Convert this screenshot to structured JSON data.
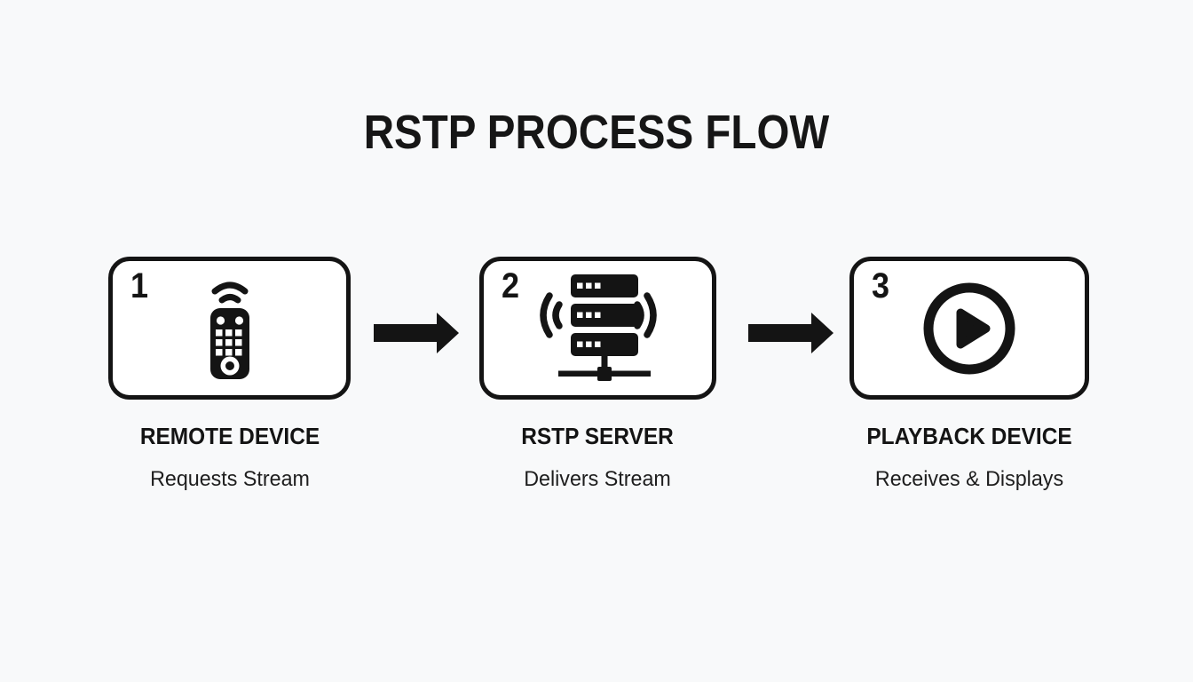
{
  "title": "RSTP PROCESS FLOW",
  "colors": {
    "background": "#f8f9fa",
    "card_background": "#ffffff",
    "ink": "#141414"
  },
  "steps": [
    {
      "number": "1",
      "name": "REMOTE DEVICE",
      "subtitle": "Requests Stream",
      "icon": "remote-control-icon"
    },
    {
      "number": "2",
      "name": "RSTP SERVER",
      "subtitle": "Delivers Stream",
      "icon": "server-network-icon"
    },
    {
      "number": "3",
      "name": "PLAYBACK DEVICE",
      "subtitle": "Receives & Displays",
      "icon": "play-button-icon"
    }
  ],
  "connectors": [
    {
      "icon": "arrow-right-icon"
    },
    {
      "icon": "arrow-right-icon"
    }
  ]
}
